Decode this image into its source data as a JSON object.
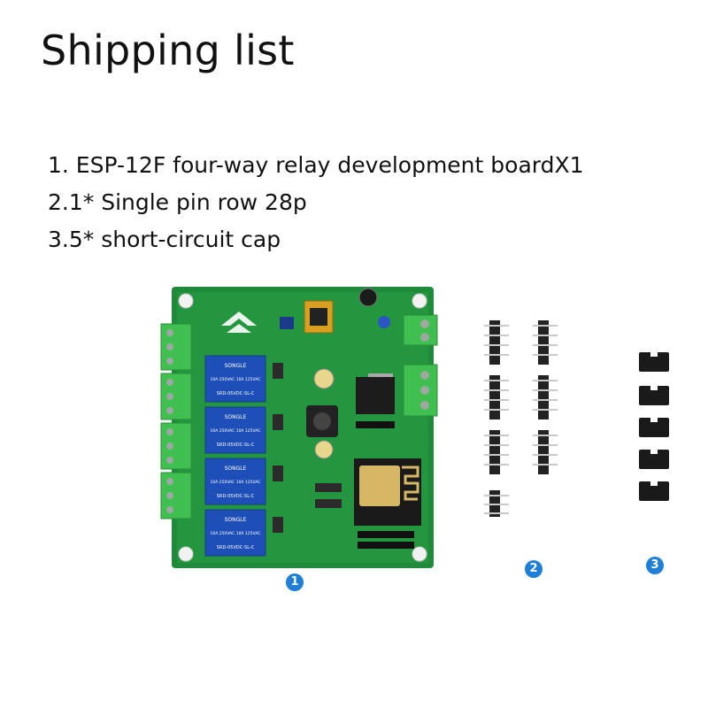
{
  "title": "Shipping list",
  "items": [
    "1. ESP-12F four-way relay development boardX1",
    "2.1* Single pin row 28p",
    "3.5* short-circuit cap"
  ],
  "relays": [
    {
      "brand": "SONGLE",
      "spec": "10A 250VAC 10A 125VAC",
      "model": "SRD-05VDC-SL-C"
    },
    {
      "brand": "SONGLE",
      "spec": "10A 250VAC 10A 125VAC",
      "model": "SRD-05VDC-SL-C"
    },
    {
      "brand": "SONGLE",
      "spec": "10A 250VAC 10A 125VAC",
      "model": "SRD-05VDC-SL-C"
    },
    {
      "brand": "SONGLE",
      "spec": "10A 250VAC 10A 125VAC",
      "model": "SRD-05VDC-SL-C"
    }
  ],
  "badges": [
    "1",
    "2",
    "3"
  ],
  "colors": {
    "pcb": "#1f8a3a",
    "terminal": "#3fbf4f",
    "relay": "#1e4fb8",
    "badge": "#1f7fd6",
    "header_pin": "#222222"
  }
}
